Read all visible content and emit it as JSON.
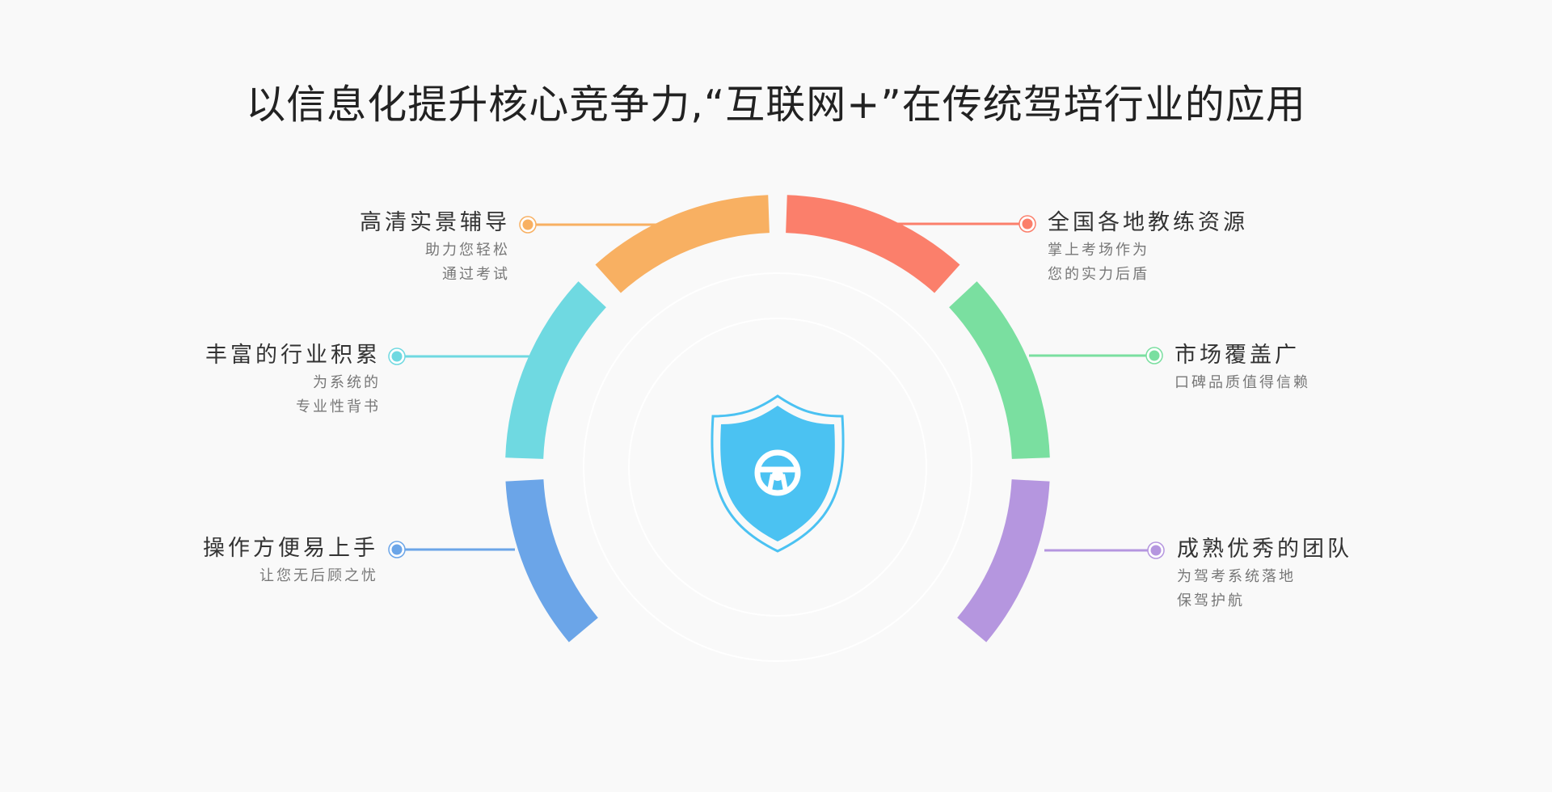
{
  "title": "以信息化提升核心竞争力,“互联网+”在传统驾培行业的应用",
  "center_icon": "shield-steering-wheel-icon",
  "colors": {
    "shield": "#4BC2F2",
    "ring": "#ffffff"
  },
  "features": [
    {
      "id": "orange",
      "title": "高清实景辅导",
      "lines": [
        "助力您轻松",
        "通过考试"
      ],
      "color": "#F8B062",
      "side": "left"
    },
    {
      "id": "cyan",
      "title": "丰富的行业积累",
      "lines": [
        "为系统的",
        "专业性背书"
      ],
      "color": "#6FD9E1",
      "side": "left"
    },
    {
      "id": "blue",
      "title": "操作方便易上手",
      "lines": [
        "让您无后顾之忧"
      ],
      "color": "#6BA5E8",
      "side": "left"
    },
    {
      "id": "red",
      "title": "全国各地教练资源",
      "lines": [
        "掌上考场作为",
        "您的实力后盾"
      ],
      "color": "#FB7F6B",
      "side": "right"
    },
    {
      "id": "green",
      "title": "市场覆盖广",
      "lines": [
        "口碑品质值得信赖"
      ],
      "color": "#7ADFA0",
      "side": "right"
    },
    {
      "id": "purple",
      "title": "成熟优秀的团队",
      "lines": [
        "为驾考系统落地",
        "保驾护航"
      ],
      "color": "#B596DF",
      "side": "right"
    }
  ]
}
